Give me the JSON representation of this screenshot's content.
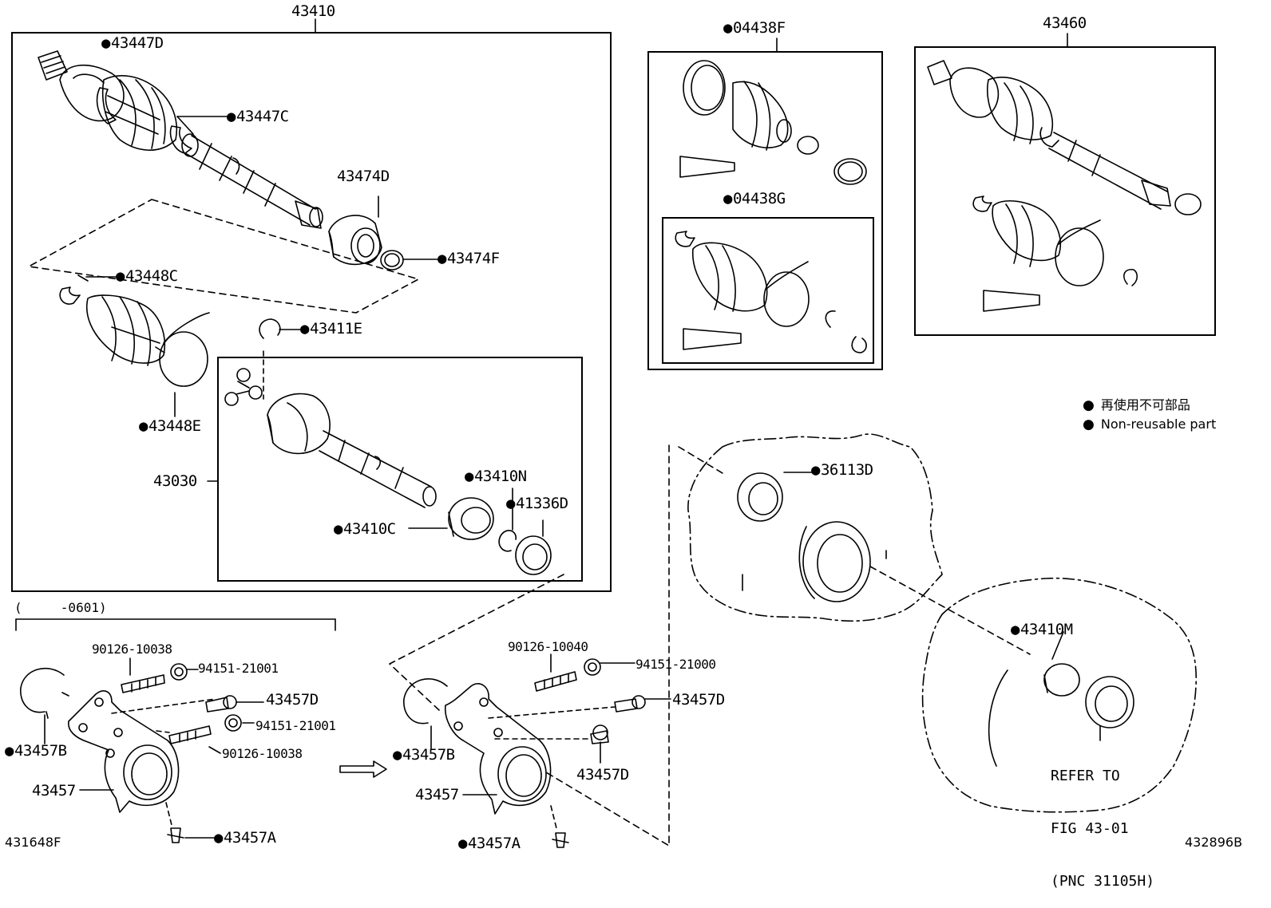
{
  "nr_mark": "●",
  "boxes": {
    "main_assembly": "43410",
    "inner_joint_assy": "43030",
    "boot_kit_outer": "04438F",
    "boot_kit_inner": "04438G",
    "rh_shaft_assembly": "43460"
  },
  "parts": [
    {
      "id": "43447D",
      "non_reusable": true
    },
    {
      "id": "43447C",
      "non_reusable": true
    },
    {
      "id": "43474D",
      "non_reusable": false
    },
    {
      "id": "43474F",
      "non_reusable": true
    },
    {
      "id": "43448C",
      "non_reusable": true
    },
    {
      "id": "43411E",
      "non_reusable": true
    },
    {
      "id": "43448E",
      "non_reusable": true
    },
    {
      "id": "43410N",
      "non_reusable": true
    },
    {
      "id": "41336D",
      "non_reusable": true
    },
    {
      "id": "43410C",
      "non_reusable": true
    },
    {
      "id": "36113D",
      "non_reusable": true
    },
    {
      "id": "43410M",
      "non_reusable": true
    },
    {
      "id": "90126-10038",
      "non_reusable": false
    },
    {
      "id": "94151-21001",
      "non_reusable": false
    },
    {
      "id": "43457D",
      "non_reusable": false
    },
    {
      "id": "94151-21001",
      "non_reusable": false
    },
    {
      "id": "90126-10038",
      "non_reusable": false
    },
    {
      "id": "43457B",
      "non_reusable": true
    },
    {
      "id": "43457",
      "non_reusable": false
    },
    {
      "id": "43457A",
      "non_reusable": true
    },
    {
      "id": "90126-10040",
      "non_reusable": false
    },
    {
      "id": "94151-21000",
      "non_reusable": false
    },
    {
      "id": "43457D",
      "non_reusable": false
    },
    {
      "id": "43457B",
      "non_reusable": true
    },
    {
      "id": "43457D",
      "non_reusable": false
    },
    {
      "id": "43457",
      "non_reusable": false
    },
    {
      "id": "43457A",
      "non_reusable": true
    }
  ],
  "date_range": "(     -0601)",
  "legend": {
    "japanese": "再使用不可部品",
    "english": "Non-reusable part"
  },
  "refer": {
    "line1": "REFER TO",
    "line2": "FIG 43-01",
    "line3": "(PNC 31105H)"
  },
  "figure_codes": {
    "left": "431648F",
    "right": "432896B"
  }
}
